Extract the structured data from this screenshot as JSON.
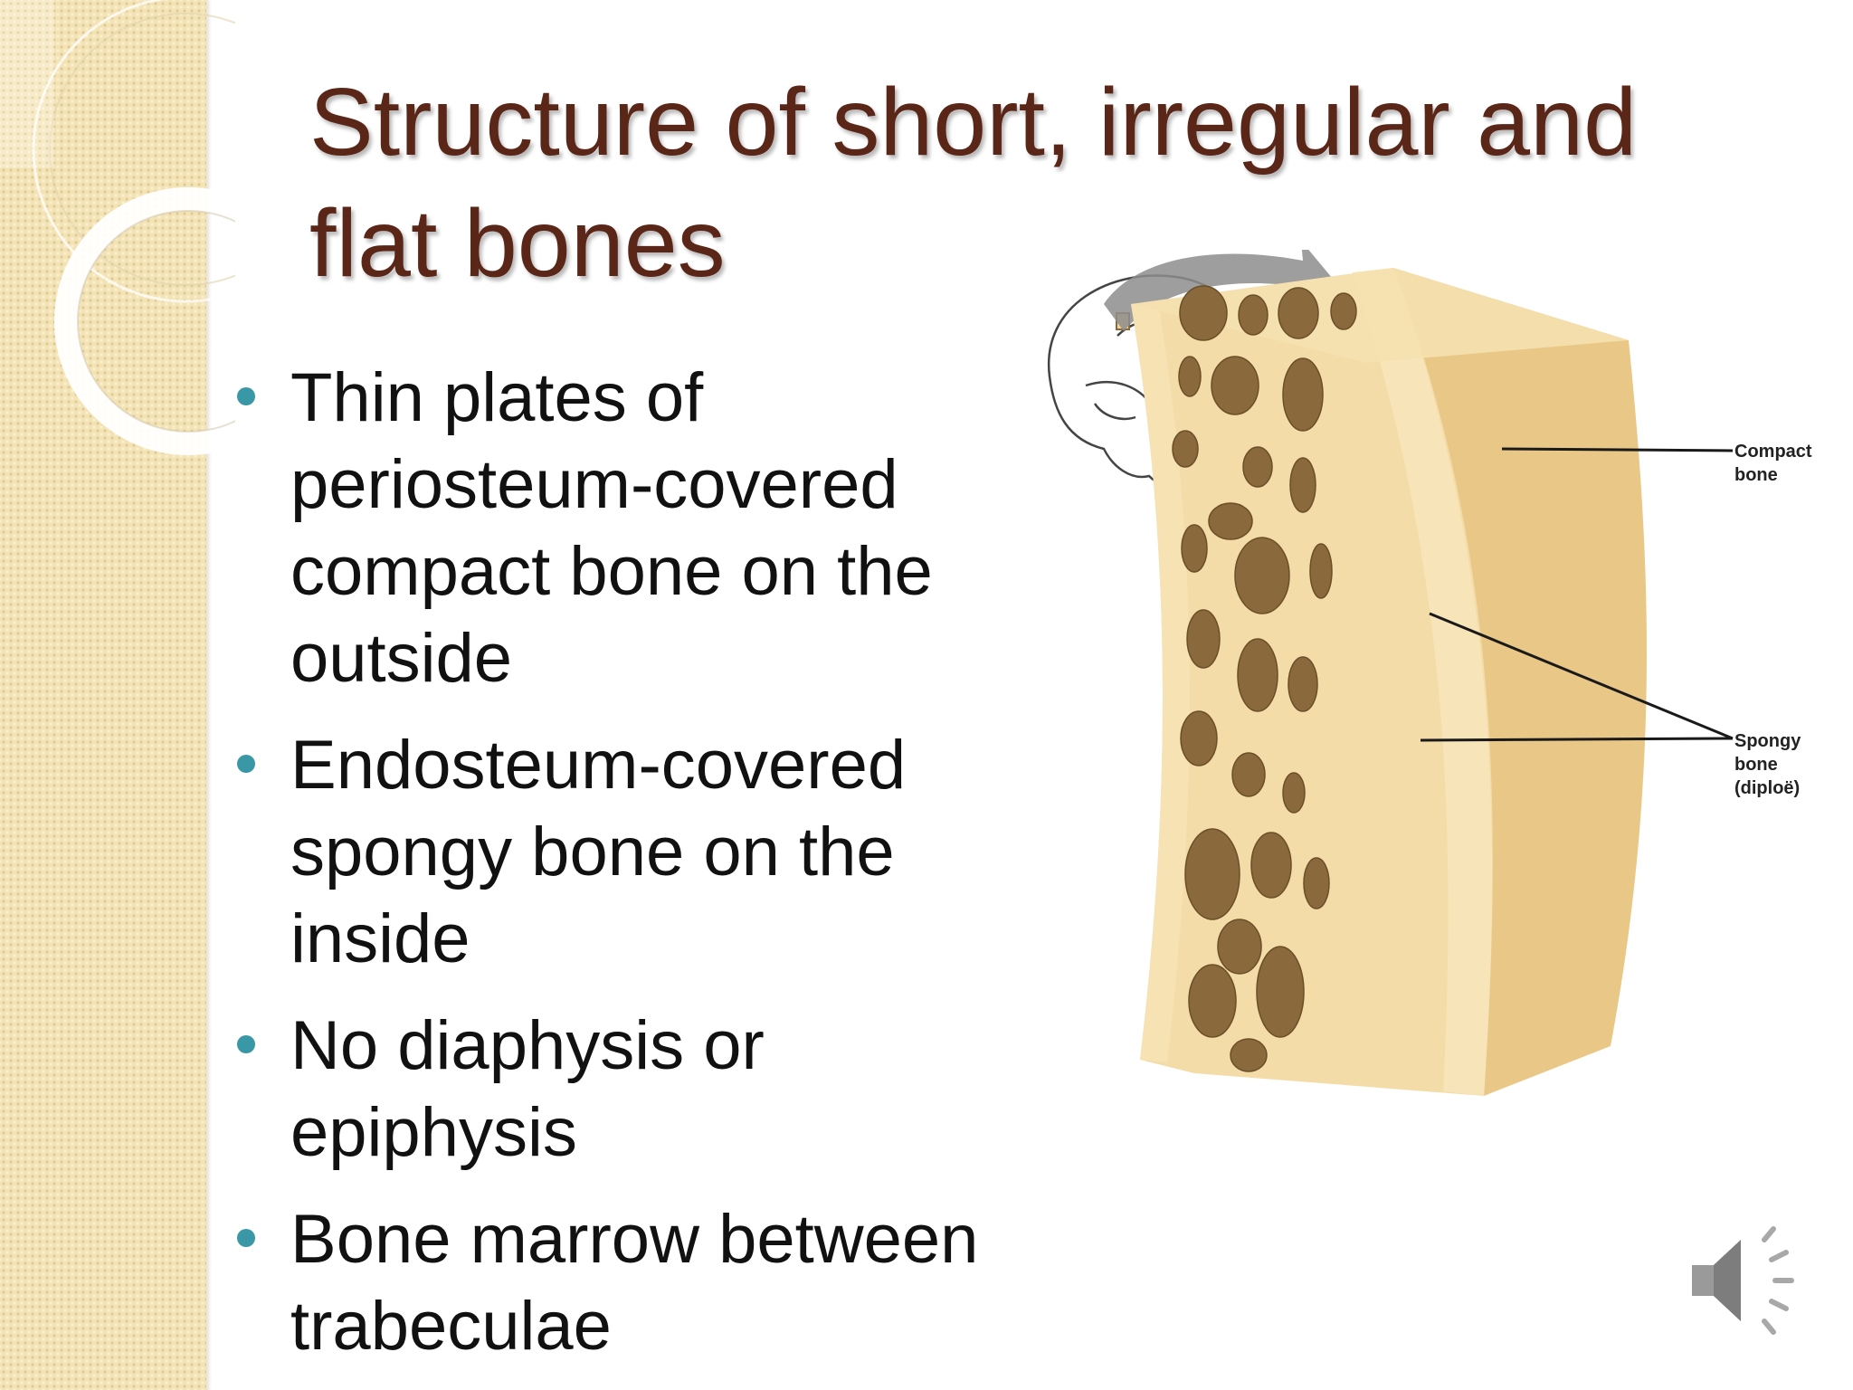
{
  "slide": {
    "title": "Structure of short, irregular and flat bones",
    "bullets": [
      "Thin plates of periosteum-covered compact bone on the outside",
      "Endosteum-covered spongy bone on  the inside",
      "No diaphysis or epiphysis",
      "Bone marrow between trabeculae"
    ]
  },
  "figure": {
    "labels": {
      "compact": "Compact bone",
      "spongy": "Spongy bone (diploë)"
    }
  },
  "icons": {
    "speaker": "speaker-volume-icon"
  },
  "colors": {
    "title": "#5a2617",
    "bullet_dot": "#3a98a6",
    "side_band": "#f3e3b5",
    "bone": "#f0d39a"
  }
}
